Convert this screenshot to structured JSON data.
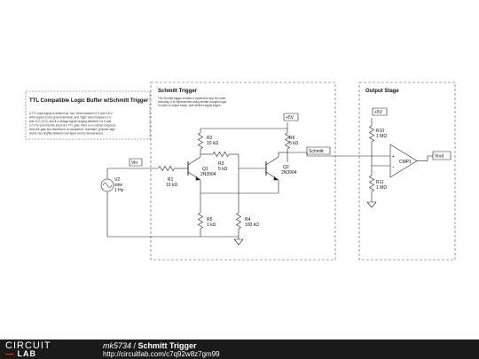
{
  "schematic": {
    "note_box": {
      "title": "TTL Compatible Logic Buffer w/Schmitt Trigger",
      "body_lines": [
        "A TTL input signal is defined as \"low\" when between 0 V and 0.8 V",
        "with respect to the ground terminal, and \"high\" when between 2 V",
        "and VCC (5 V), and if a voltage signal ranging between 0.8 V and",
        "2.0 V is sent into the input of a TTL gate, there is no certain response",
        "from the gate and therefore it is considered \"uncertain\" (precise logic",
        "levels vary slightly between sub-types and by temperature)."
      ]
    },
    "schmitt_box": {
      "title": "Schmitt Trigger",
      "desc_lines": [
        "The Schmitt trigger creates a hysteresis loop for noise",
        "immunity. It is implemented using emitter-coupled logic",
        "in order to output sharp, well-defined signal edges."
      ]
    },
    "output_box": {
      "title": "Output Stage"
    },
    "components": {
      "v2": {
        "name": "V2",
        "type": "sine",
        "freq": "1 Hz"
      },
      "r1": {
        "name": "R1",
        "value": "10 kΩ"
      },
      "r2": {
        "name": "R2",
        "value": "10 kΩ"
      },
      "r3": {
        "name": "R3",
        "value": "5 kΩ"
      },
      "r4": {
        "name": "R4",
        "value": "100 kΩ"
      },
      "r5": {
        "name": "R5",
        "value": "1 kΩ"
      },
      "r6": {
        "name": "R6",
        "value": "5 kΩ"
      },
      "r10": {
        "name": "R10",
        "value": "1 MΩ"
      },
      "r11": {
        "name": "R11",
        "value": "1 MΩ"
      },
      "q1": {
        "name": "Q1",
        "part": "2N3904"
      },
      "q2": {
        "name": "Q2",
        "part": "2N3904"
      },
      "cmp1": {
        "name": "CMP1"
      }
    },
    "nets": {
      "vin": "Vin",
      "schmitt": "Schmitt",
      "vout": "Vout",
      "vcc1": "+5V",
      "vcc2": "+5V"
    },
    "cmp_plus": "+",
    "cmp_minus": "−"
  },
  "footer": {
    "logo_top": "CIRCUIT",
    "logo_bottom": "LAB",
    "user": "mk5734",
    "separator": " / ",
    "title": "Schmitt Trigger",
    "url": "http://circuitlab.com/c7q92w8z7gm99"
  }
}
